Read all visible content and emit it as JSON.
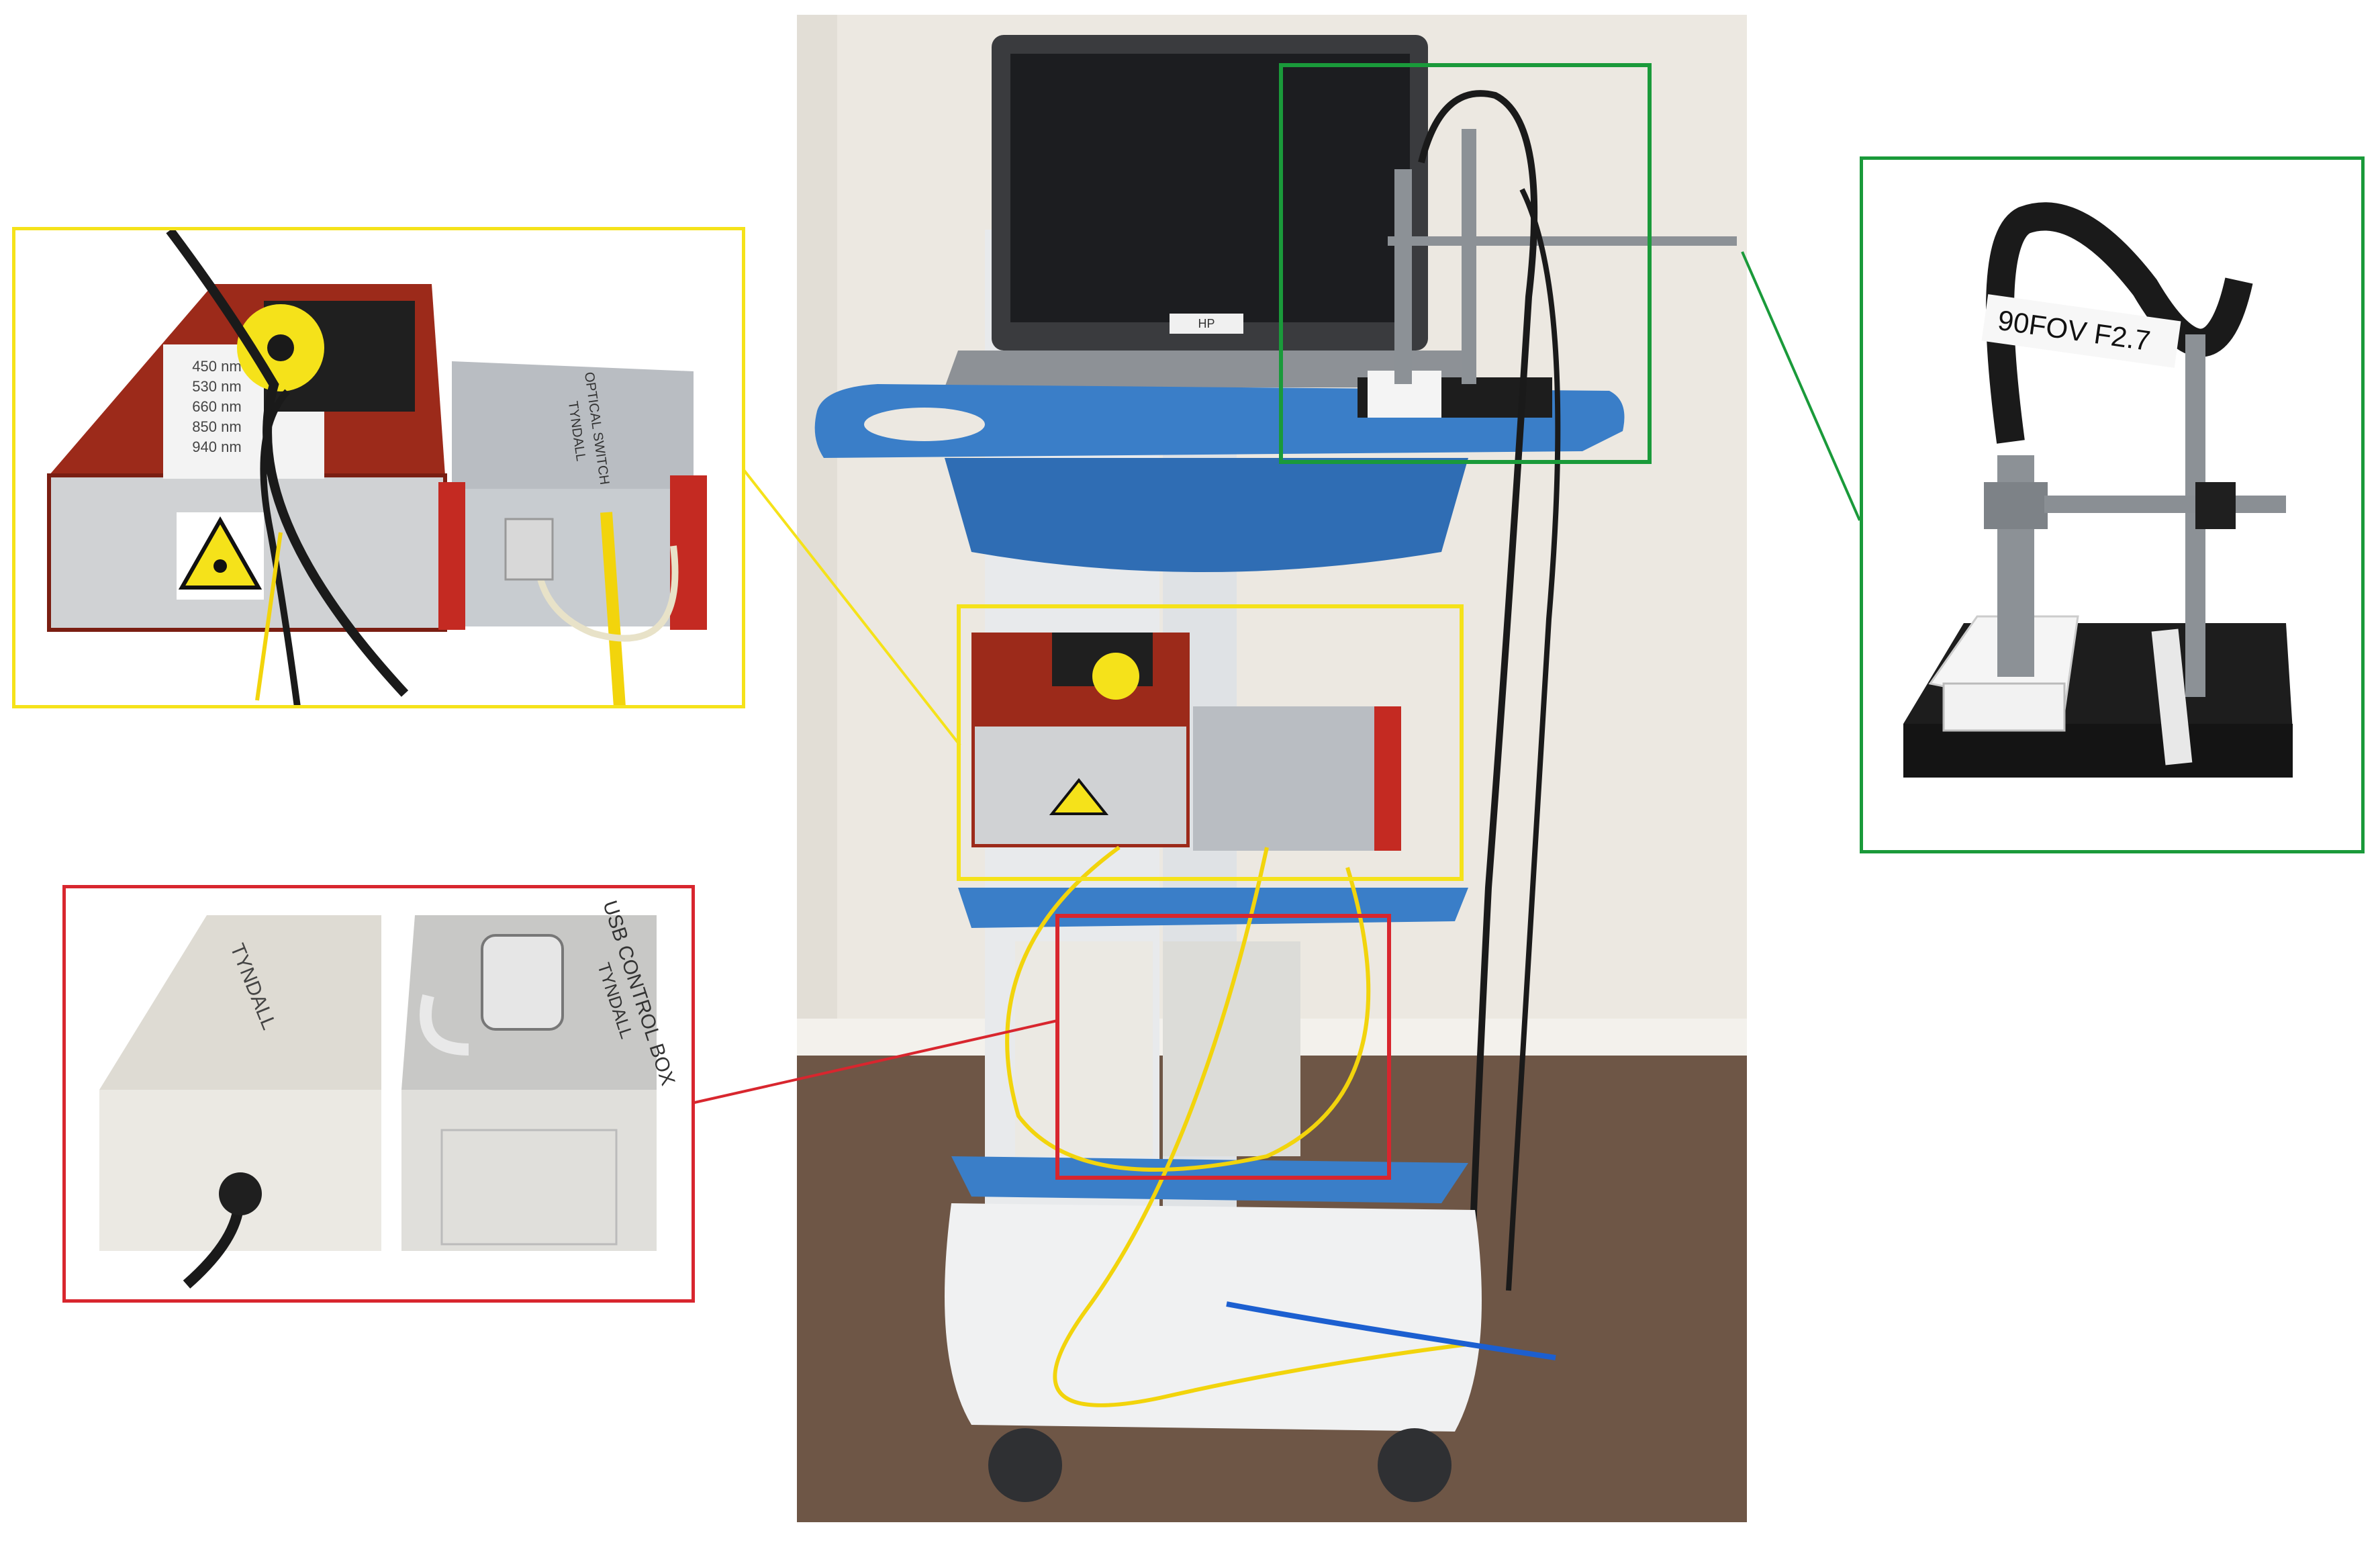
{
  "colors": {
    "yellow": "#f5e21a",
    "red": "#d8262e",
    "green": "#1a9a3a",
    "cart_blue": "#3a7ec8",
    "floor": "#6e5646",
    "wall": "#ece8e1",
    "laser_red": "#9c2a1a",
    "fiber_yellow": "#f2d40c"
  },
  "labels": {
    "wavelengths": [
      "450 nm",
      "530 nm",
      "660 nm",
      "850 nm",
      "940 nm"
    ],
    "switch_brand": "TYNDALL",
    "switch_title": "OPTICAL SWITCH",
    "usb_box_brand": "TYNDALL",
    "usb_box_title": "USB CONTROL BOX",
    "probe_tag": "90FOV F2.7",
    "laptop_badge": "HP"
  },
  "icons": {
    "laser_warning": "laser-warning-icon"
  }
}
